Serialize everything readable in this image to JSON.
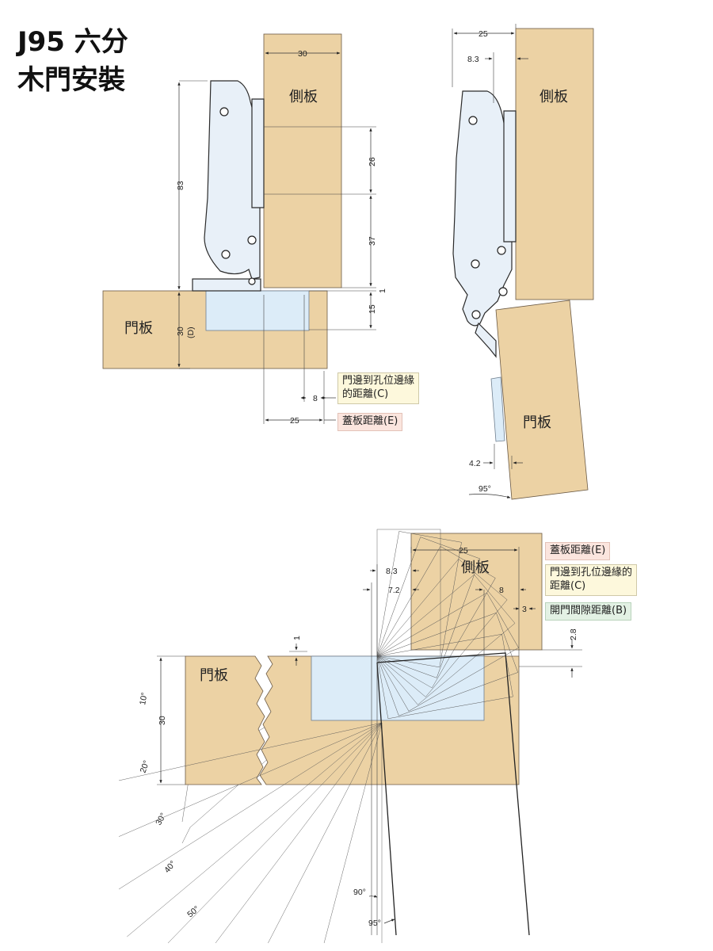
{
  "title": {
    "line1": "J95 六分",
    "line2": "木門安裝"
  },
  "labels": {
    "side_panel": "側板",
    "door_panel": "門板"
  },
  "dims_top": {
    "side_thickness": "30",
    "height_83": "83",
    "d26": "26",
    "d37": "37",
    "d1": "1",
    "d15": "15",
    "door_thickness": "30",
    "door_thickness_code": "(D)",
    "d8": "8",
    "d25": "25"
  },
  "dims_right": {
    "d25": "25",
    "d8_3": "8.3",
    "d4_2": "4.2",
    "angle": "95°"
  },
  "dims_bottom": {
    "d25": "25",
    "d8_3": "8.3",
    "d7_2": "7.2",
    "d8": "8",
    "d3": "3",
    "d2_8": "2.8",
    "d1": "1",
    "d30": "30",
    "a10": "10°",
    "a20": "20°",
    "a30": "30°",
    "a40": "40°",
    "a50": "50°",
    "a90": "90°",
    "a95": "95°"
  },
  "notes": {
    "hole_edge": "門邊到孔位邊緣的距離(C)",
    "hole_edge_line1": "門邊到孔位邊緣",
    "hole_edge_line2": "的距離(C)",
    "overlay": "蓋板距離(E)",
    "hole_edge_b_line1": "門邊到孔位邊緣的",
    "hole_edge_b_line2": "距離(C)",
    "gap": "開門間隙距離(B)"
  },
  "colors": {
    "wood": "#ecd2a4",
    "cup": "#dcecf8",
    "note_yellow": "#fdf8dc",
    "note_pink": "#fbe5de",
    "note_green": "#e3f1e4"
  }
}
